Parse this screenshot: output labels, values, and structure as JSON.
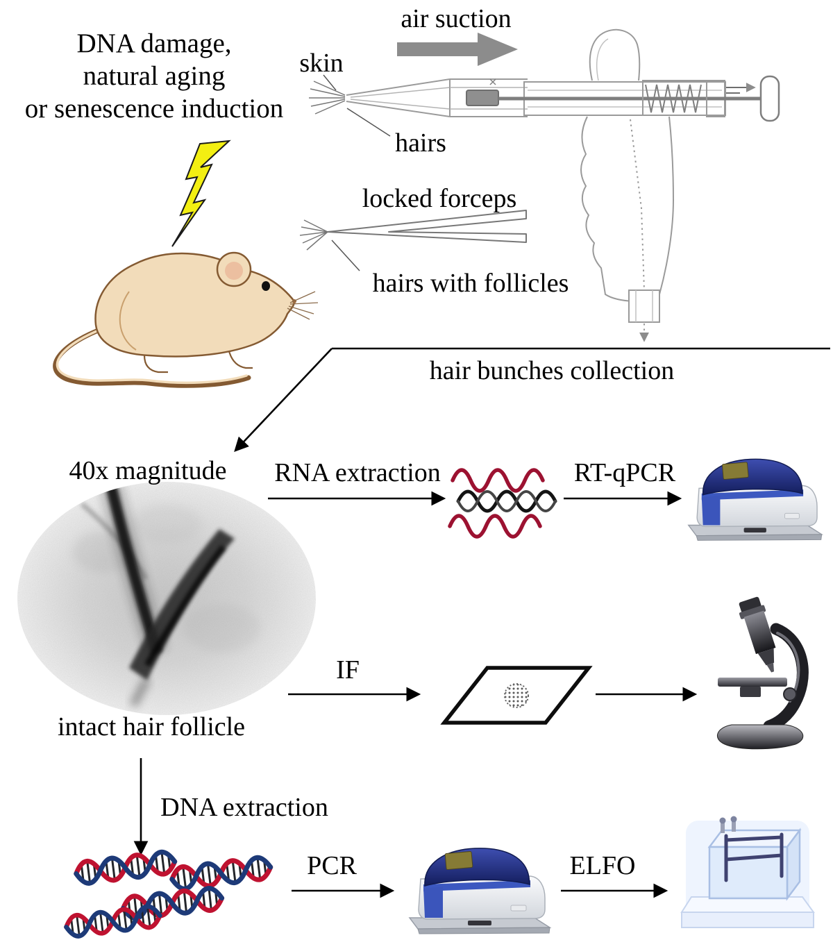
{
  "figure": {
    "cause": {
      "line1": "DNA damage,",
      "line2": "natural aging",
      "line3": "or senescence induction"
    },
    "collection": {
      "air_suction": "air suction",
      "skin": "skin",
      "hairs": "hairs",
      "locked_forceps": "locked forceps",
      "hairs_with_follicles": "hairs with follicles",
      "caption": "hair bunches collection"
    },
    "micrograph": {
      "magnification": "40x magnitude",
      "caption": "intact hair follicle"
    },
    "rna_branch": {
      "step1": "RNA extraction",
      "step2": "RT-qPCR"
    },
    "if_branch": {
      "step1": "IF"
    },
    "dna_branch": {
      "step1": "DNA extraction",
      "step2": "PCR",
      "step3": "ELFO"
    }
  },
  "icons": [
    "lightning-bolt-icon",
    "mouse-icon",
    "suction-device-icon",
    "air-suction-arrow-icon",
    "locked-forceps-icon",
    "hair-micrograph-image",
    "rna-strands-icon",
    "thermocycler-icon",
    "microscope-slide-icon",
    "microscope-icon",
    "dna-helix-icon",
    "electrophoresis-chamber-icon"
  ],
  "colors": {
    "background": "#ffffff",
    "lightning_yellow": "#f3ef12",
    "mouse_body": "#f2dcba",
    "rna_red": "#9c1231",
    "dna_red": "#bf1230",
    "dna_blue": "#1d3a78",
    "machine_navy": "#26307d",
    "suction_arrow_gray": "#8c8c8c",
    "arrow_black": "#000000"
  }
}
